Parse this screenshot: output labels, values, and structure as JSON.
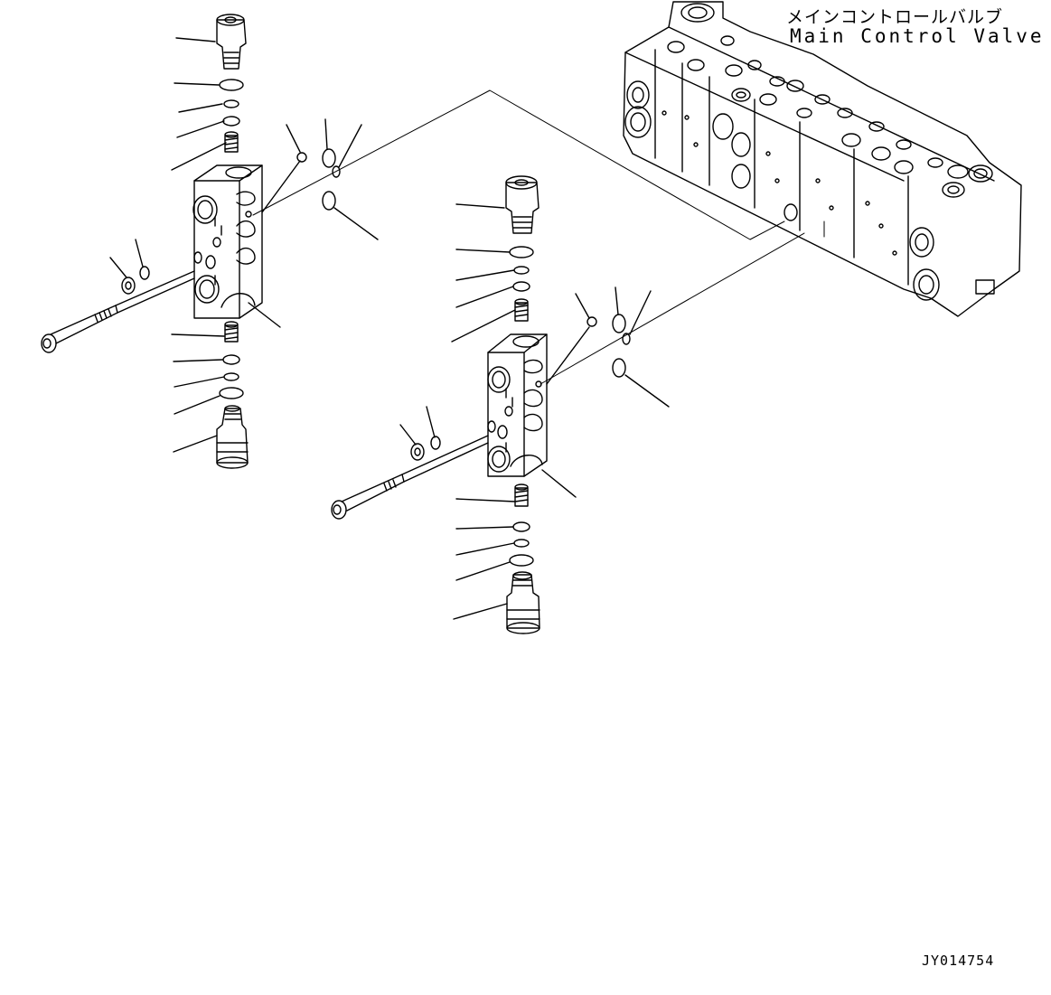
{
  "title": {
    "japanese": "メインコントロールバルブ",
    "english": "Main Control Valve"
  },
  "drawing_code": "JY014754"
}
